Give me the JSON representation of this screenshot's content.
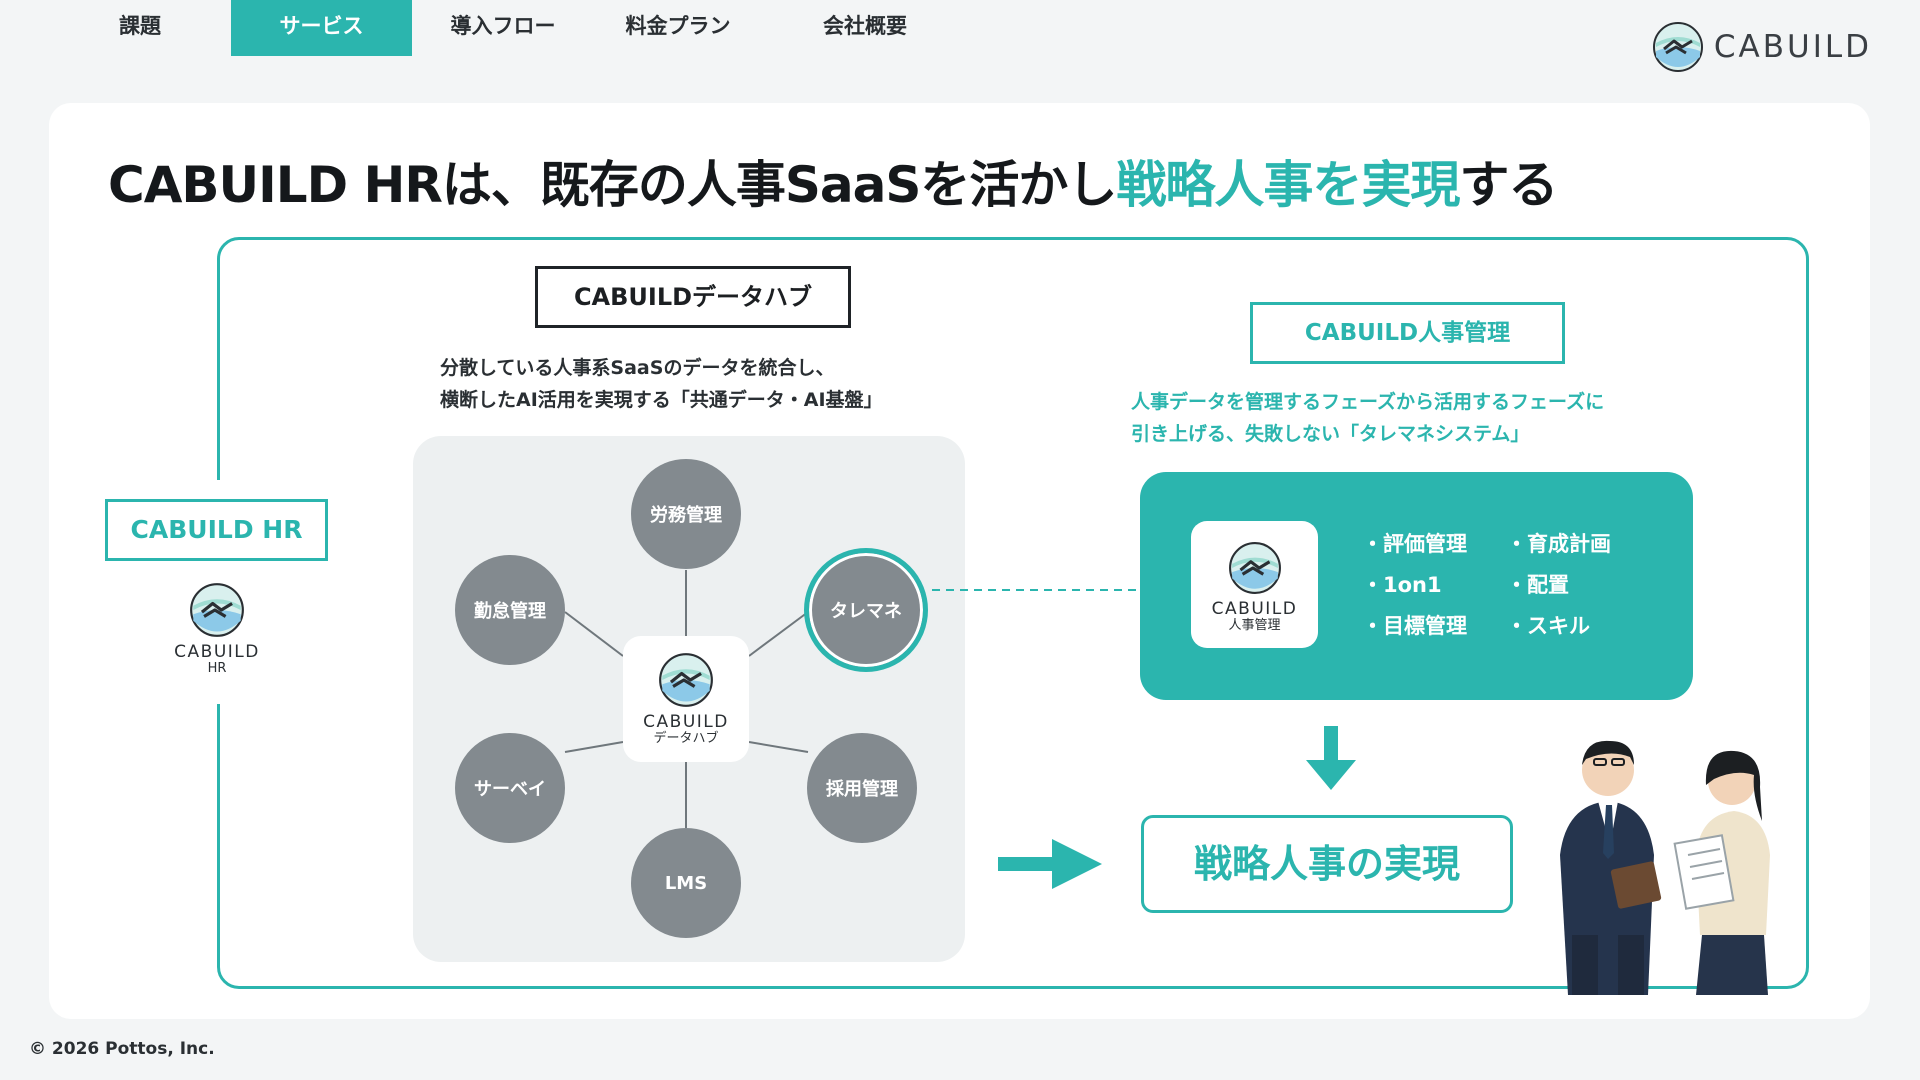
{
  "nav": {
    "items": [
      {
        "label": "課題",
        "active": false
      },
      {
        "label": "サービス",
        "active": true
      },
      {
        "label": "導入フロー",
        "active": false
      },
      {
        "label": "料金プラン",
        "active": false
      },
      {
        "label": "会社概要",
        "active": false
      }
    ]
  },
  "brand": {
    "logo_text": "CABUILD"
  },
  "headline": {
    "part1": "CABUILD HRは、既存の人事SaaSを活かし",
    "accent": "戦略人事を実現",
    "part2": "する"
  },
  "hr": {
    "box_label": "CABUILD HR",
    "logo_text": "CABUILD",
    "logo_sub": "HR"
  },
  "data_hub": {
    "title": "CABUILDデータハブ",
    "desc_line1": "分散している人事系SaaSのデータを統合し、",
    "desc_line2": "横断したAI活用を実現する「共通データ・AI基盤」",
    "center_logo_text": "CABUILD",
    "center_logo_sub": "データハブ",
    "nodes": {
      "roumu": "労務管理",
      "kintai": "勤怠管理",
      "talent": "タレマネ",
      "survey": "サーベイ",
      "saiyou": "採用管理",
      "lms": "LMS"
    }
  },
  "jinji": {
    "title": "CABUILD人事管理",
    "desc_line1": "人事データを管理するフェーズから活用するフェーズに",
    "desc_line2": "引き上げる、失敗しない「タレマネシステム」",
    "logo_text": "CABUILD",
    "logo_sub": "人事管理",
    "features": [
      "評価管理",
      "1on1",
      "目標管理",
      "育成計画",
      "配置",
      "スキル"
    ]
  },
  "goal": {
    "label": "戦略人事の実現"
  },
  "footer": {
    "copyright": "© 2026 Pottos, Inc."
  },
  "colors": {
    "accent": "#2bb5ae",
    "node_gray": "#838a8f",
    "text": "#1c1f22"
  }
}
